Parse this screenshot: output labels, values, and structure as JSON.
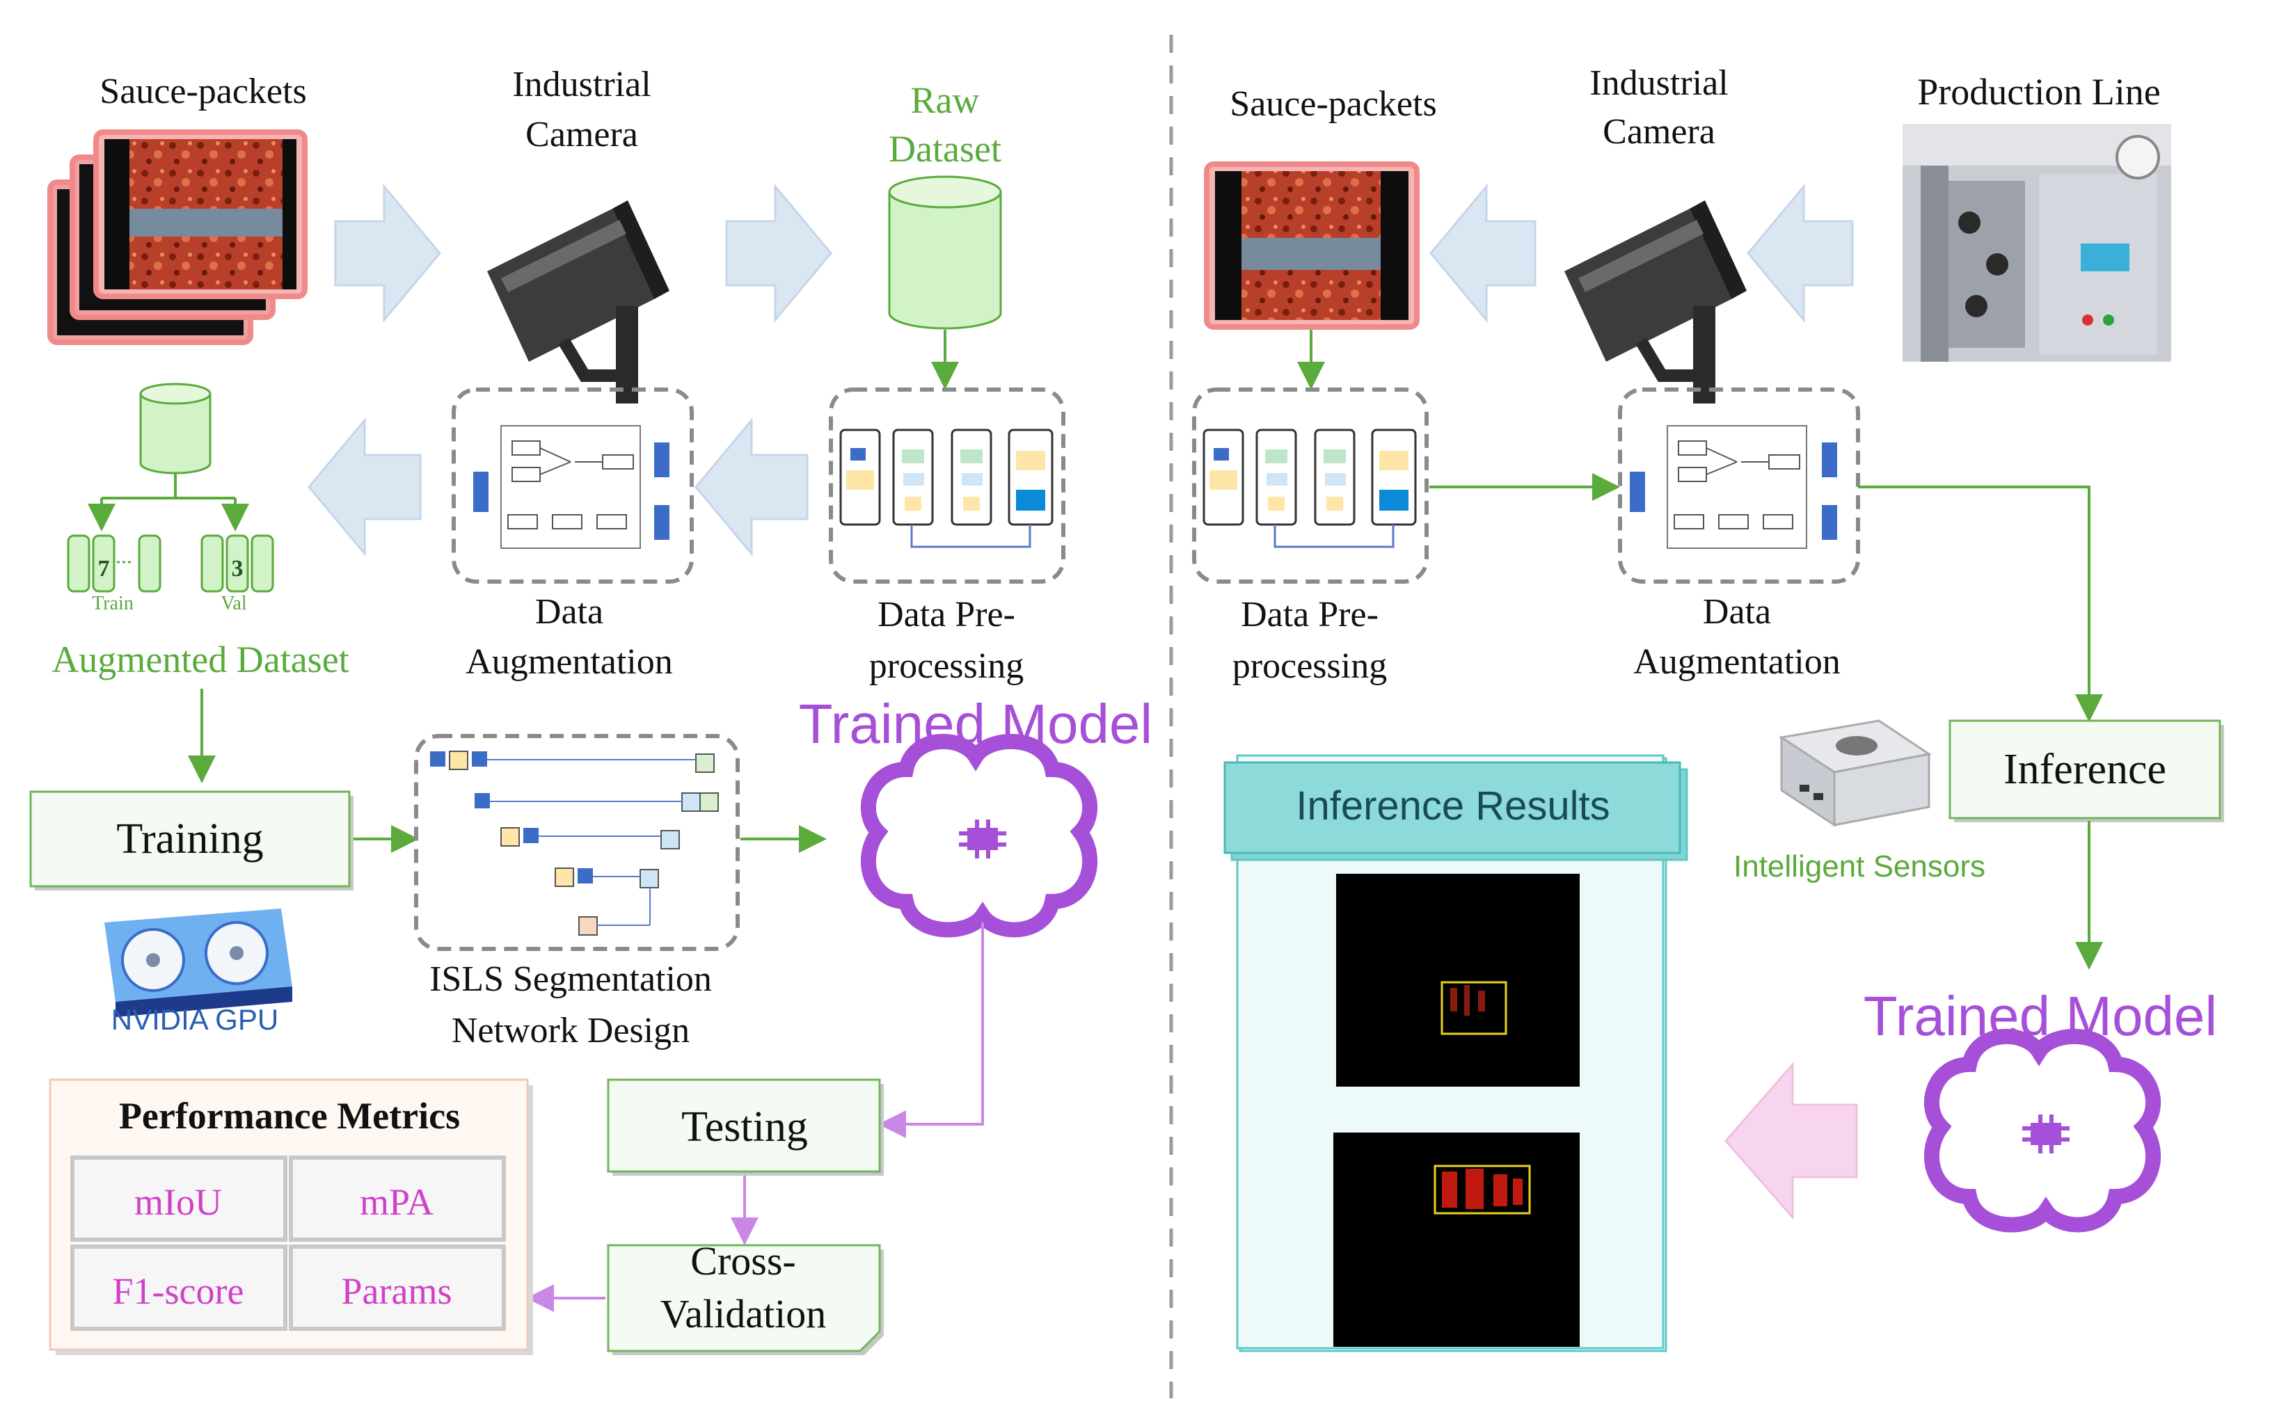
{
  "left": {
    "sauce_packets": "Sauce-packets",
    "camera": [
      "Industrial",
      "Camera"
    ],
    "raw_dataset": [
      "Raw",
      "Dataset"
    ],
    "data_aug": [
      "Data",
      "Augmentation"
    ],
    "data_pre": [
      "Data Pre-",
      "processing"
    ],
    "train_label": "Train",
    "val_label": "Val",
    "train_num": "7",
    "val_num": "3",
    "augmented_dataset": "Augmented  Dataset",
    "training": "Training",
    "gpu": "NVIDIA GPU",
    "network": [
      "ISLS  Segmentation",
      "Network Design"
    ],
    "trained_model": "Trained Model",
    "testing": "Testing",
    "cross_validation": [
      "Cross-",
      "Validation"
    ],
    "metrics_title": "Performance Metrics",
    "metrics": [
      "mIoU",
      "mPA",
      "F1-score",
      "Params"
    ]
  },
  "right": {
    "sauce_packets": "Sauce-packets",
    "camera": [
      "Industrial",
      "Camera"
    ],
    "production_line": "Production Line",
    "data_pre": [
      "Data Pre-",
      "processing"
    ],
    "data_aug": [
      "Data",
      "Augmentation"
    ],
    "inference": "Inference",
    "intelligent_sensors": "Intelligent Sensors",
    "trained_model": "Trained Model",
    "inference_results": "Inference Results"
  },
  "colors": {
    "green": "#5aaa3c",
    "purple": "#a64fd8",
    "arrow_blue": "#dbe6f3",
    "arrow_pink": "#f8d5ee",
    "teal": "#5fc8c8",
    "metric_pink": "#d040c8",
    "gpu_blue": "#2a5db0"
  }
}
